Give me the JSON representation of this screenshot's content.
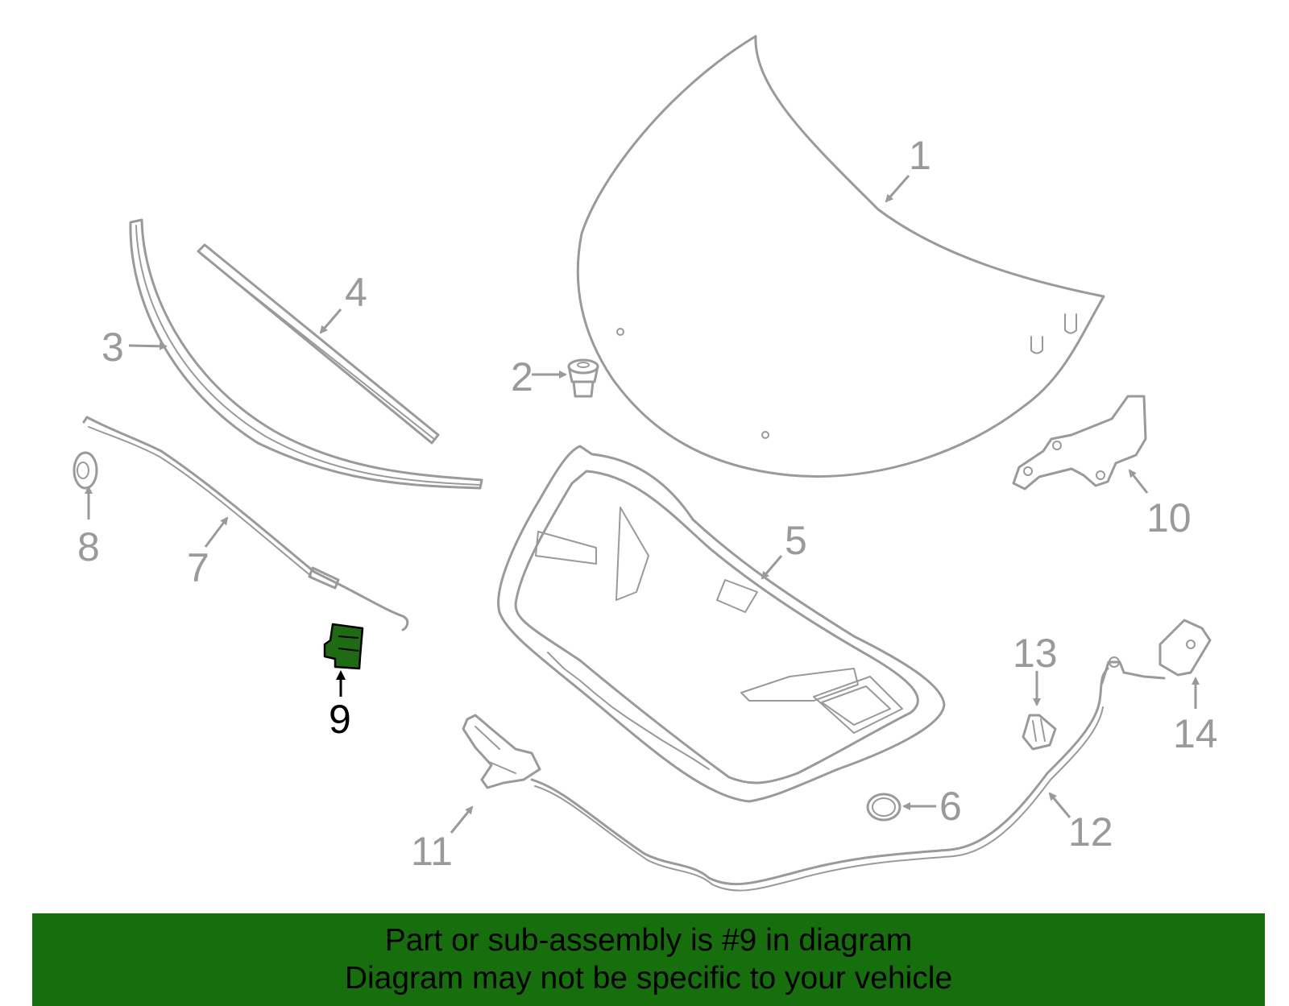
{
  "diagram": {
    "highlight_color": "#166e0c",
    "line_color": "#9a9a9a",
    "callouts": [
      {
        "label": "1"
      },
      {
        "label": "2"
      },
      {
        "label": "3"
      },
      {
        "label": "4"
      },
      {
        "label": "5"
      },
      {
        "label": "6"
      },
      {
        "label": "7"
      },
      {
        "label": "8"
      },
      {
        "label": "9"
      },
      {
        "label": "10"
      },
      {
        "label": "11"
      },
      {
        "label": "12"
      },
      {
        "label": "13"
      },
      {
        "label": "14"
      }
    ],
    "highlighted_callout": "9"
  },
  "banner": {
    "line1": "Part or sub-assembly is #9 in diagram",
    "line2": "Diagram may not be specific to your vehicle"
  }
}
